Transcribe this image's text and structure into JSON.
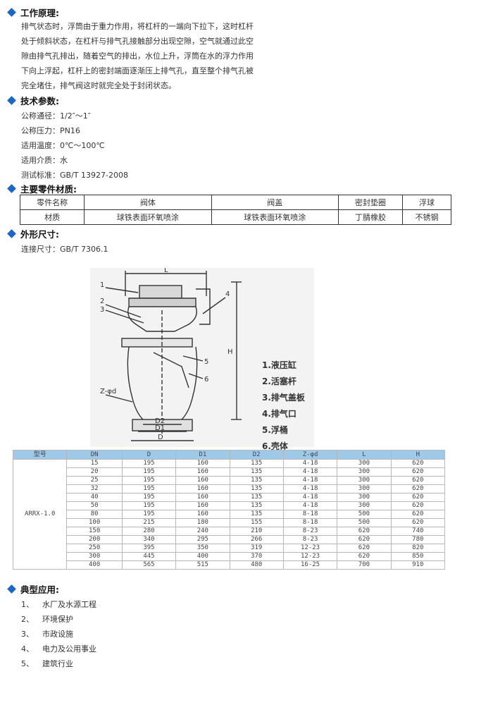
{
  "sections": {
    "principle": {
      "title": "工作原理:",
      "lines": [
        "排气状态时，浮筒由于重力作用，将杠杆的一端向下拉下，这时杠杆",
        "处于倾斜状态，在杠杆与排气孔接触部分出现空隙，空气就通过此空",
        "隙由排气孔排出，随着空气的排出，水位上升，浮筒在水的浮力作用",
        "下向上浮起，杠杆上的密封端面逐渐压上排气孔，直至整个排气孔被",
        "完全堵住，排气阀这时就完全处于封闭状态。"
      ]
    },
    "params": {
      "title": "技术参数:",
      "items": [
        "公称通径：1/2″～1″",
        "公称压力：PN16",
        "适用温度：0℃～100℃",
        "适用介质：水",
        "测试标准：GB/T 13927-2008"
      ]
    },
    "materials": {
      "title": "主要零件材质:",
      "header": [
        "零件名称",
        "阀体",
        "阀盖",
        "密封垫圈",
        "浮球"
      ],
      "row": [
        "材质",
        "球铁表面环氧喷涂",
        "球铁表面环氧喷涂",
        "丁腈橡胶",
        "不锈钢"
      ]
    },
    "dimensions": {
      "title": "外形尺寸:",
      "connection": "连接尺寸：GB/T 7306.1",
      "diagram": {
        "labels": {
          "L": "L",
          "H": "H",
          "D": "D",
          "D1": "D1",
          "D2": "D2",
          "Z": "Z-φd"
        },
        "callouts": [
          "1",
          "2",
          "3",
          "4",
          "5",
          "6"
        ],
        "legend": [
          "1.液压缸",
          "2.活塞杆",
          "3.排气盖板",
          "4.排气口",
          "5.浮桶",
          "6.壳体"
        ]
      },
      "table": {
        "header": [
          "型号",
          "DN",
          "D",
          "D1",
          "D2",
          "Z-φd",
          "L",
          "H"
        ],
        "model": "ARRX-1.0",
        "rows": [
          [
            "15",
            "195",
            "160",
            "135",
            "4-18",
            "300",
            "620"
          ],
          [
            "20",
            "195",
            "160",
            "135",
            "4-18",
            "300",
            "620"
          ],
          [
            "25",
            "195",
            "160",
            "135",
            "4-18",
            "300",
            "620"
          ],
          [
            "32",
            "195",
            "160",
            "135",
            "4-18",
            "300",
            "620"
          ],
          [
            "40",
            "195",
            "160",
            "135",
            "4-18",
            "300",
            "620"
          ],
          [
            "50",
            "195",
            "160",
            "135",
            "4-18",
            "300",
            "620"
          ],
          [
            "80",
            "195",
            "160",
            "135",
            "8-18",
            "500",
            "620"
          ],
          [
            "100",
            "215",
            "180",
            "155",
            "8-18",
            "500",
            "620"
          ],
          [
            "150",
            "280",
            "240",
            "210",
            "8-23",
            "620",
            "740"
          ],
          [
            "200",
            "340",
            "295",
            "266",
            "8-23",
            "620",
            "780"
          ],
          [
            "250",
            "395",
            "350",
            "319",
            "12-23",
            "620",
            "820"
          ],
          [
            "300",
            "445",
            "400",
            "370",
            "12-23",
            "620",
            "850"
          ],
          [
            "400",
            "565",
            "515",
            "480",
            "16-25",
            "700",
            "910"
          ]
        ]
      }
    },
    "applications": {
      "title": "典型应用:",
      "items": [
        {
          "num": "1、",
          "text": "水厂及水源工程"
        },
        {
          "num": "2、",
          "text": "环境保护"
        },
        {
          "num": "3、",
          "text": "市政设施"
        },
        {
          "num": "4、",
          "text": "电力及公用事业"
        },
        {
          "num": "5、",
          "text": "建筑行业"
        }
      ]
    }
  },
  "colors": {
    "accent": "#1a66c9",
    "table_header": "#9fc9e8"
  }
}
